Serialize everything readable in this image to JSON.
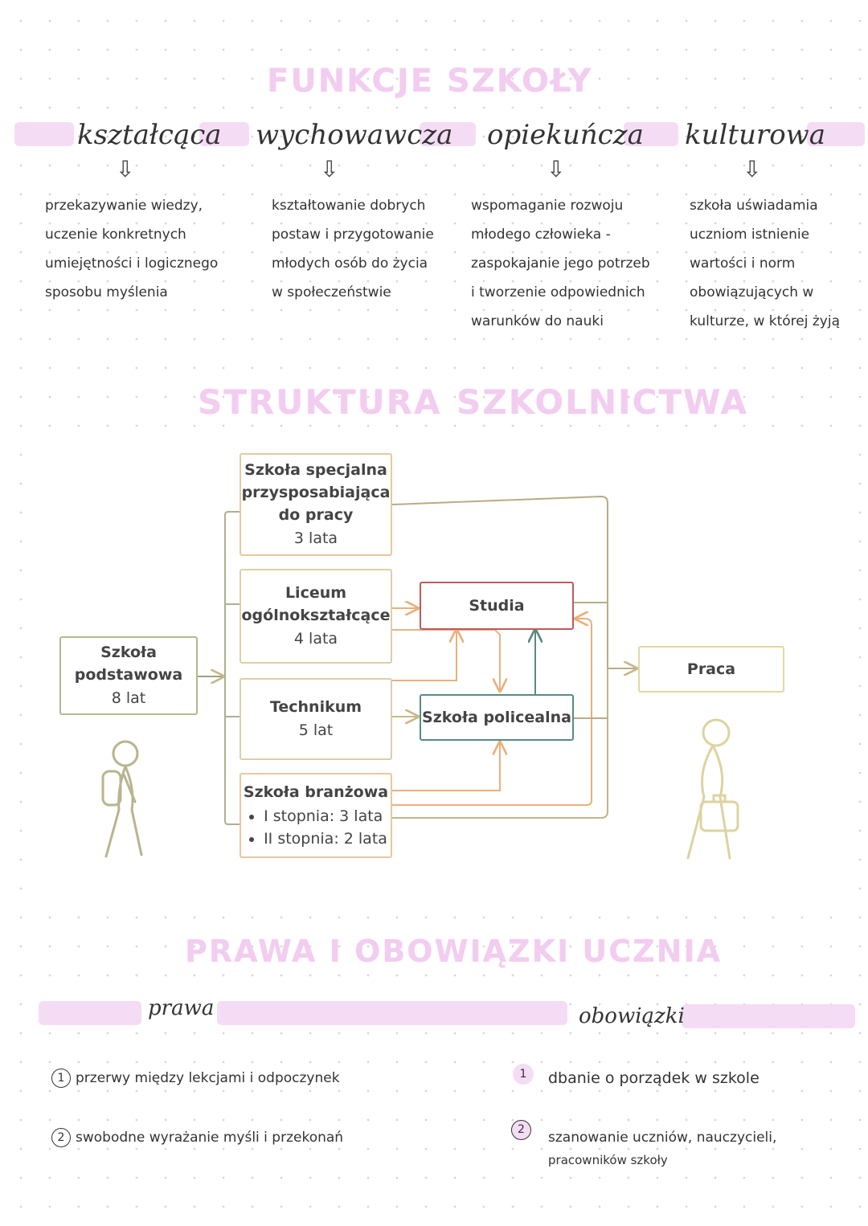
{
  "titles": {
    "functions": "FUNKCJE SZKOŁY",
    "structure_a": "STRUKTURA",
    "structure_b": "SZKOLNICTWA",
    "rights": "PRAWA I OBOWIĄZKI UCZNIA"
  },
  "functions": [
    {
      "name": "kształcąca",
      "arrow": "⇩",
      "lines": [
        "przekazywanie wiedzy,",
        "uczenie konkretnych",
        "umiejętności i logicznego",
        "sposobu myślenia"
      ]
    },
    {
      "name": "wychowawcza",
      "arrow": "⇩",
      "lines": [
        "kształtowanie dobrych",
        "postaw i przygotowanie",
        "młodych osób do życia",
        "w społeczeństwie"
      ]
    },
    {
      "name": "opiekuńcza",
      "arrow": "⇩",
      "lines": [
        "wspomaganie rozwoju",
        "młodego człowieka -",
        "zaspokajanie jego potrzeb",
        "i tworzenie odpowiednich",
        "warunków do nauki"
      ]
    },
    {
      "name": "kulturowa",
      "arrow": "⇩",
      "lines": [
        "szkoła uświadamia",
        "uczniom istnienie",
        "wartości i norm",
        "obowiązujących w",
        "kulturze, w której żyją"
      ]
    }
  ],
  "diagram": {
    "podstawowa": {
      "name": "Szkoła podstawowa",
      "line1": "Szkoła",
      "line2": "podstawowa",
      "duration": "8 lat"
    },
    "specjalna": {
      "line1": "Szkoła specjalna",
      "line2": "przysposabiająca",
      "line3": "do pracy",
      "duration": "3 lata"
    },
    "liceum": {
      "line1": "Liceum",
      "line2": "ogólnokształcące",
      "duration": "4 lata"
    },
    "technikum": {
      "line1": "Technikum",
      "duration": "5 lat"
    },
    "branzowa": {
      "line1": "Szkoła branżowa",
      "stage1": "I stopnia: 3 lata",
      "stage2": "II stopnia: 2 lata"
    },
    "studia": "Studia",
    "policealna": "Szkoła policealna",
    "praca": "Praca"
  },
  "rights_duties": {
    "rights_label": "prawa",
    "duties_label": "obowiązki",
    "rights": [
      {
        "num": "1",
        "text": "przerwy między lekcjami i odpoczynek"
      },
      {
        "num": "2",
        "text": "swobodne wyrażanie myśli i przekonań"
      }
    ],
    "duties": [
      {
        "num": "1",
        "text": "dbanie o porządek w szkole"
      },
      {
        "num": "2",
        "line1": "szanowanie uczniów, nauczycieli,",
        "line2": "pracowników szkoły"
      }
    ]
  },
  "colors": {
    "title_pink": "#f2cdf0",
    "highlight_pink": "#f5dcf5",
    "studia_border": "#c05a5a",
    "policealna_border": "#5a8a84"
  }
}
